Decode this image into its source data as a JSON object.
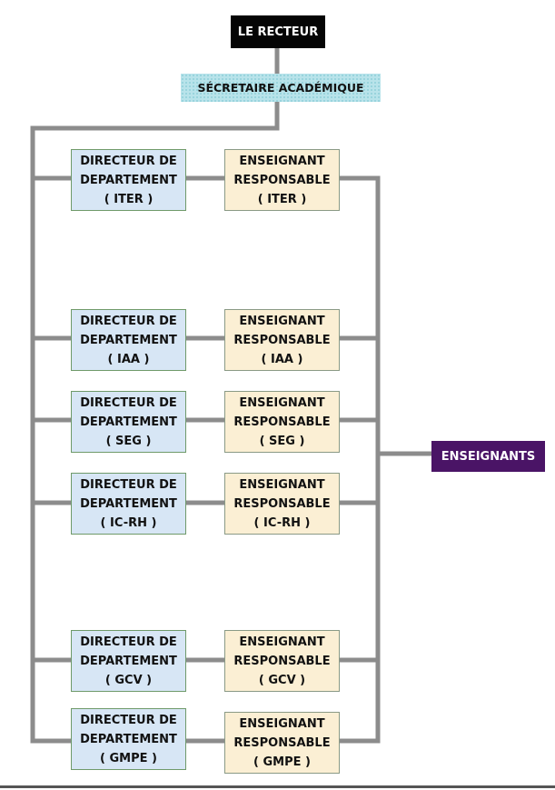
{
  "recteur": "LE RECTEUR",
  "secretaire": "SÉCRETAIRE ACADÉMIQUE",
  "enseignants": "ENSEIGNANTS",
  "departments": [
    {
      "dir": [
        "DIRECTEUR DE",
        "DEPARTEMENT",
        "( ITER )"
      ],
      "ens": [
        "ENSEIGNANT",
        "RESPONSABLE",
        "( ITER )"
      ]
    },
    {
      "dir": [
        "DIRECTEUR DE",
        "DEPARTEMENT",
        "( IAA )"
      ],
      "ens": [
        "ENSEIGNANT",
        "RESPONSABLE",
        "( IAA )"
      ]
    },
    {
      "dir": [
        "DIRECTEUR DE",
        "DEPARTEMENT",
        "( SEG )"
      ],
      "ens": [
        "ENSEIGNANT",
        "RESPONSABLE",
        "( SEG )"
      ]
    },
    {
      "dir": [
        "DIRECTEUR DE",
        "DEPARTEMENT",
        "( IC-RH )"
      ],
      "ens": [
        "ENSEIGNANT",
        "RESPONSABLE",
        "( IC-RH )"
      ]
    },
    {
      "dir": [
        "DIRECTEUR DE",
        "DEPARTEMENT",
        "( GCV )"
      ],
      "ens": [
        "ENSEIGNANT",
        "RESPONSABLE",
        "( GCV )"
      ]
    },
    {
      "dir": [
        "DIRECTEUR DE",
        "DEPARTEMENT",
        "( GMPE )"
      ],
      "ens": [
        "ENSEIGNANT",
        "RESPONSABLE",
        "( GMPE )"
      ]
    }
  ]
}
